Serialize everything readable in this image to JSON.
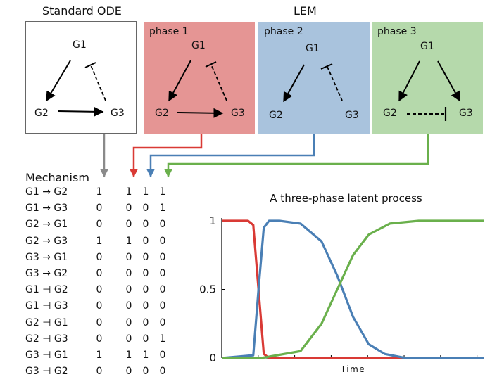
{
  "headers": {
    "standard": "Standard ODE",
    "lem": "LEM"
  },
  "phases": [
    {
      "label": "phase 1",
      "color": "#e59594"
    },
    {
      "label": "phase 2",
      "color": "#a9c3dd"
    },
    {
      "label": "phase 3",
      "color": "#b5d9ab"
    }
  ],
  "nodes": {
    "g1": "G1",
    "g2": "G2",
    "g3": "G3"
  },
  "mechanism": {
    "title": "Mechanism",
    "rows": [
      {
        "name": "G1 → G2",
        "values": [
          "1",
          "1",
          "1",
          "1"
        ]
      },
      {
        "name": "G1 → G3",
        "values": [
          "0",
          "0",
          "0",
          "1"
        ]
      },
      {
        "name": "G2 → G1",
        "values": [
          "0",
          "0",
          "0",
          "0"
        ]
      },
      {
        "name": "G2 → G3",
        "values": [
          "1",
          "1",
          "0",
          "0"
        ]
      },
      {
        "name": "G3 → G1",
        "values": [
          "0",
          "0",
          "0",
          "0"
        ]
      },
      {
        "name": "G3 → G2",
        "values": [
          "0",
          "0",
          "0",
          "0"
        ]
      },
      {
        "name": "G1 ⊣ G2",
        "values": [
          "0",
          "0",
          "0",
          "0"
        ]
      },
      {
        "name": "G1 ⊣ G3",
        "values": [
          "0",
          "0",
          "0",
          "0"
        ]
      },
      {
        "name": "G2 ⊣ G1",
        "values": [
          "0",
          "0",
          "0",
          "0"
        ]
      },
      {
        "name": "G2 ⊣ G3",
        "values": [
          "0",
          "0",
          "0",
          "1"
        ]
      },
      {
        "name": "G3 ⊣ G1",
        "values": [
          "1",
          "1",
          "1",
          "0"
        ]
      },
      {
        "name": "G3 ⊣ G2",
        "values": [
          "0",
          "0",
          "0",
          "0"
        ]
      }
    ]
  },
  "colors": {
    "standard": "#8a8a8a",
    "phase1": "#d93a35",
    "phase2": "#4a7fb5",
    "phase3": "#6ab04c"
  },
  "chart_data": {
    "type": "line",
    "title": "A three-phase latent process",
    "xlabel": "Time",
    "ylabel": "",
    "yticks": [
      "0",
      "0.5",
      "1"
    ],
    "ylim": [
      0,
      1
    ],
    "xlim": [
      0,
      1
    ],
    "series": [
      {
        "color": "#d93a35",
        "x": [
          0.0,
          0.1,
          0.12,
          0.14,
          0.16,
          0.18,
          1.0
        ],
        "y": [
          1.0,
          1.0,
          0.97,
          0.5,
          0.03,
          0.0,
          0.0
        ]
      },
      {
        "color": "#4a7fb5",
        "x": [
          0.0,
          0.12,
          0.14,
          0.16,
          0.18,
          0.22,
          0.3,
          0.38,
          0.44,
          0.5,
          0.56,
          0.62,
          0.7,
          1.0
        ],
        "y": [
          0.0,
          0.02,
          0.5,
          0.95,
          1.0,
          1.0,
          0.98,
          0.85,
          0.6,
          0.3,
          0.1,
          0.03,
          0.0,
          0.0
        ]
      },
      {
        "color": "#6ab04c",
        "x": [
          0.0,
          0.15,
          0.3,
          0.38,
          0.44,
          0.5,
          0.56,
          0.64,
          0.75,
          1.0
        ],
        "y": [
          0.0,
          0.0,
          0.05,
          0.25,
          0.5,
          0.75,
          0.9,
          0.98,
          1.0,
          1.0
        ]
      }
    ]
  }
}
